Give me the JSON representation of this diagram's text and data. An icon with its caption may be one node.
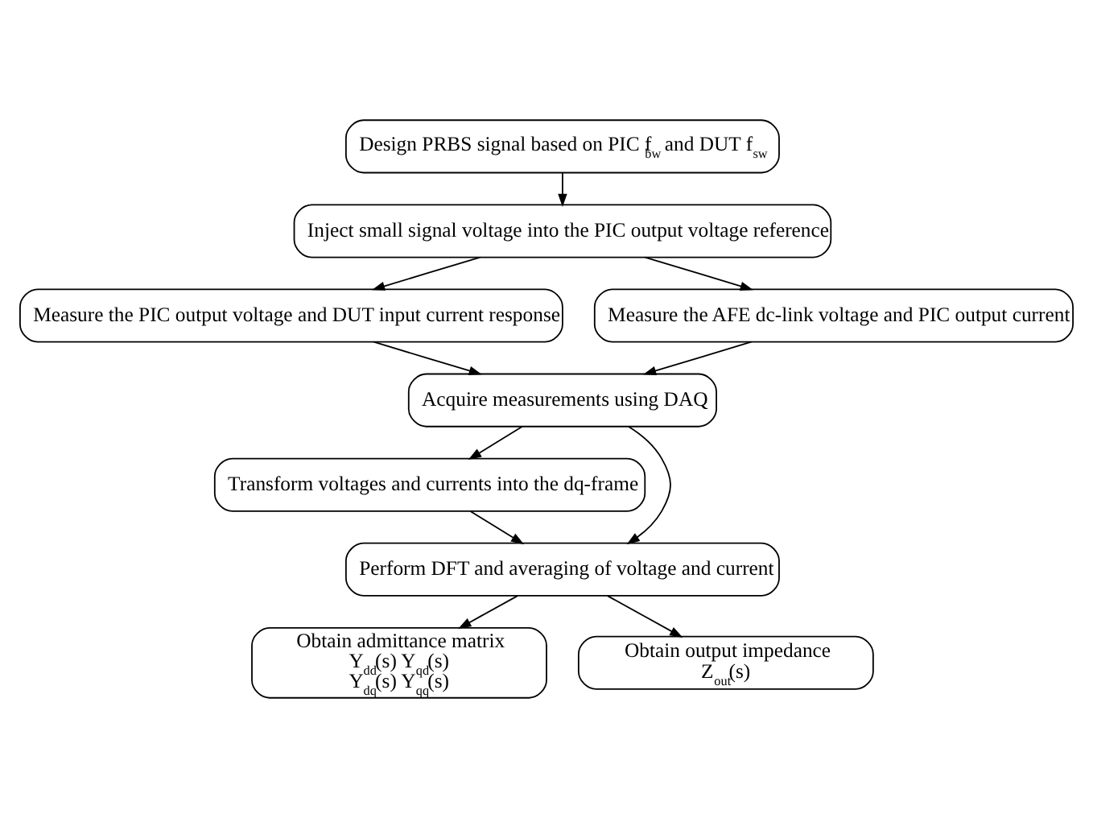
{
  "diagram": {
    "nodes": [
      {
        "text": [
          "Design PRBS signal based on PIC f$_{bw}$ and DUT f$_{sw}$"
        ]
      },
      {
        "text": [
          "Inject small signal voltage into the PIC output voltage reference"
        ]
      },
      {
        "text": [
          "Measure the PIC output voltage and DUT input current response"
        ]
      },
      {
        "text": [
          "Measure the AFE dc-link voltage and PIC output current"
        ]
      },
      {
        "text": [
          "Acquire measurements using DAQ"
        ]
      },
      {
        "text": [
          "Transform voltages and currents into the dq-frame"
        ]
      },
      {
        "text": [
          "Perform DFT and averaging of voltage and current"
        ]
      },
      {
        "text": [
          "Obtain admittance matrix",
          "Y$_{dd}$(s) Y$_{qd}$(s)",
          "Y$_{dq}$(s) Y$_{qq}$(s)"
        ]
      },
      {
        "text": [
          "Obtain output impedance",
          "Z$_{out}$(s)"
        ]
      }
    ],
    "edges": [
      {
        "from": 0,
        "to": 1,
        "arrow": "to"
      },
      {
        "from": 1,
        "to": 2,
        "arrow": "to"
      },
      {
        "from": 1,
        "to": 3,
        "arrow": "to"
      },
      {
        "from": 2,
        "to": 4,
        "arrow": "to"
      },
      {
        "from": 3,
        "to": 4,
        "arrow": "to"
      },
      {
        "from": 4,
        "to": 5,
        "arrow": "to"
      },
      {
        "from": 4,
        "to": 6,
        "arrow": "to"
      },
      {
        "from": 5,
        "to": 6,
        "arrow": "to"
      },
      {
        "from": 6,
        "to": 7,
        "arrow": "to"
      },
      {
        "from": 6,
        "to": 8,
        "arrow": "to"
      }
    ]
  }
}
